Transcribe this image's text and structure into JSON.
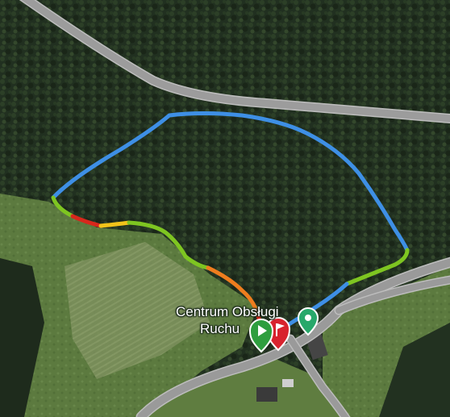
{
  "map": {
    "place_label": {
      "line1": "Centrum Obsługi",
      "line2": "Ruchu"
    },
    "colors": {
      "forest_dark": "#1d2a1b",
      "forest_mid": "#2e4128",
      "meadow": "#5b7a3e",
      "meadow_light": "#6f8a4c",
      "road": "#9a9a9a",
      "road_edge": "#bdbdbd",
      "track_blue": "#3d8fe6",
      "track_green": "#7ec521",
      "track_yellow": "#f2c21a",
      "track_orange": "#ee7d1e",
      "track_red": "#d8261c",
      "start_marker": "#2e9e3e",
      "end_marker": "#d8232e",
      "poi_marker": "#27a86a"
    },
    "markers": [
      {
        "type": "start",
        "icon": "play-icon"
      },
      {
        "type": "end",
        "icon": "flag-icon"
      },
      {
        "type": "poi",
        "icon": "location-pin-icon"
      }
    ]
  }
}
